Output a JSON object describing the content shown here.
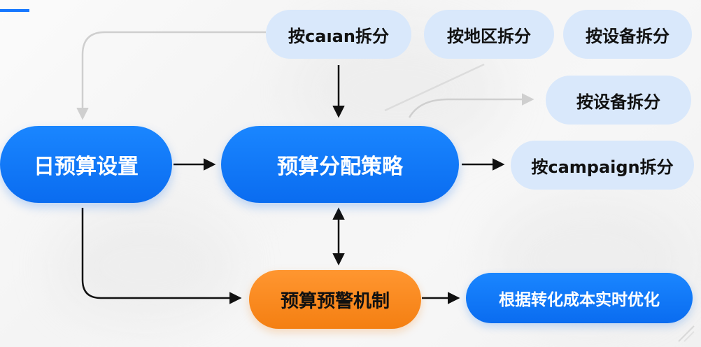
{
  "diagram": {
    "nodes": {
      "daily_budget": "日预算设置",
      "allocation": "预算分配策略",
      "warning": "预算预警机制",
      "optimize": "根据转化成本实时优化",
      "split_channel": "按caıan拆分",
      "split_region": "按地区拆分",
      "split_device_top": "按设备拆分",
      "split_device": "按设备拆分",
      "split_campaign": "按campaign拆分"
    },
    "colors": {
      "primary": "#0a6cf0",
      "light": "#d9e8fb",
      "warning": "#f47f12",
      "arrow": "#111111",
      "faint_arrow": "#cfcfcf",
      "accent": "#1677ff"
    }
  }
}
